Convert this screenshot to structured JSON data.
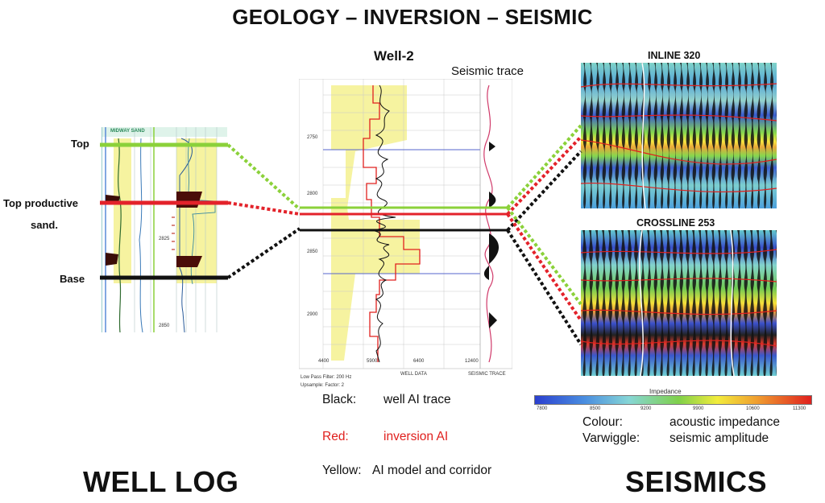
{
  "title": "GEOLOGY – INVERSION – SEISMIC",
  "well_log": {
    "caption": "WELL LOG",
    "header_text": "MIDWAY SAND",
    "depth_labels": [
      "2825",
      "2850"
    ],
    "markers": {
      "top": "Top",
      "top_productive_line1": "Top productive",
      "top_productive_line2": "sand.",
      "base": "Base"
    }
  },
  "inversion": {
    "well_name": "Well-2",
    "seismic_trace_label": "Seismic trace",
    "depth_labels": [
      "2750",
      "2800",
      "2850",
      "2900"
    ],
    "axis_bottom": [
      "4400",
      "5900",
      "6400",
      "12400"
    ],
    "well_data_label": "WELL DATA",
    "seismic_trace_axis_label": "SEISMIC TRACE",
    "footnote_1": "Low Pass Filter: 200 Hz",
    "footnote_2": "Upsample: Factor: 2"
  },
  "seismics": {
    "caption": "SEISMICS",
    "inline_title": "INLINE 320",
    "crossline_title": "CROSSLINE 253"
  },
  "colorbar": {
    "title": "Impedance",
    "ticks": [
      "7800",
      "8500",
      "9200",
      "9900",
      "10600",
      "11300"
    ]
  },
  "legend_left": [
    {
      "key": "Black:",
      "text": "well AI trace",
      "color": "#111111"
    },
    {
      "key": "Red:",
      "text": "inversion AI",
      "color": "#e0201e"
    },
    {
      "key": "Yellow:",
      "text": "AI model and corridor",
      "color": "#111111"
    }
  ],
  "legend_right": [
    {
      "key": "Colour:",
      "text": "acoustic impedance"
    },
    {
      "key": "Varwiggle:",
      "text": "seismic amplitude"
    }
  ],
  "colors": {
    "green": "#8bd13a",
    "red": "#e3222a",
    "black": "#111111",
    "yellow": "#f6f3a0"
  }
}
